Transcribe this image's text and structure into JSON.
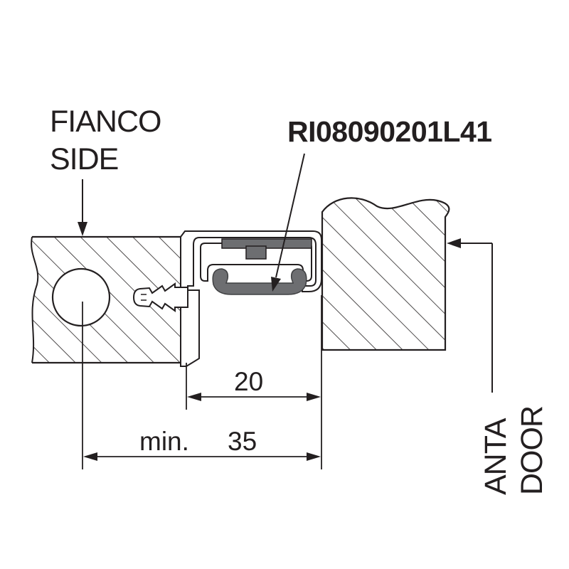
{
  "labels": {
    "side_it": "FIANCO",
    "side_en": "SIDE",
    "part_code": "RI08090201L41",
    "door_it": "ANTA",
    "door_en": "DOOR"
  },
  "dimensions": {
    "inner_value": "20",
    "outer_prefix": "min.",
    "outer_value": "35"
  },
  "colors": {
    "line": "#231f20",
    "gasket": "#6d6e71",
    "gasket_dark": "#3f4042",
    "hatch": "#231f20"
  }
}
